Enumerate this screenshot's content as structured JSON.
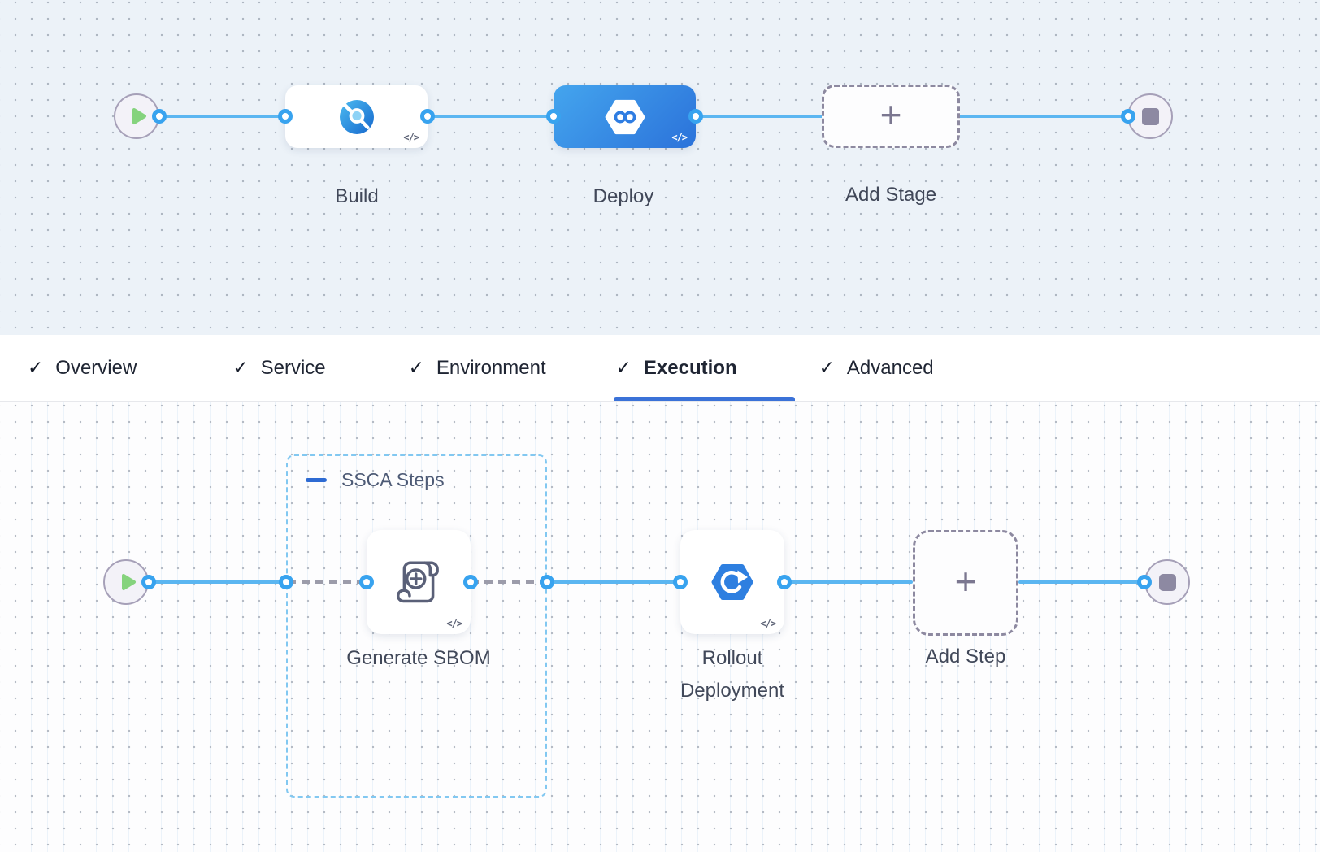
{
  "stage_graph": {
    "nodes": [
      {
        "id": "build",
        "label": "Build",
        "type": "ci-stage",
        "selected": false
      },
      {
        "id": "deploy",
        "label": "Deploy",
        "type": "cd-stage",
        "selected": true
      },
      {
        "id": "add-stage",
        "label": "Add Stage",
        "type": "add-button"
      }
    ],
    "code_glyph": "</>"
  },
  "tab_bar": {
    "tabs": [
      {
        "label": "Overview",
        "checked": true,
        "active": false
      },
      {
        "label": "Service",
        "checked": true,
        "active": false
      },
      {
        "label": "Environment",
        "checked": true,
        "active": false
      },
      {
        "label": "Execution",
        "checked": true,
        "active": true
      },
      {
        "label": "Advanced",
        "checked": true,
        "active": false
      }
    ]
  },
  "execution_graph": {
    "group": {
      "label": "SSCA Steps",
      "collapsed": false
    },
    "steps": [
      {
        "id": "generate-sbom",
        "label": "Generate SBOM",
        "in_group": true
      },
      {
        "id": "rollout-deployment",
        "label": "Rollout Deployment",
        "in_group": false
      },
      {
        "id": "add-step",
        "label": "Add Step",
        "type": "add-button"
      }
    ],
    "code_glyph": "</>"
  },
  "glyphs": {
    "plus": "+",
    "check": "✓"
  },
  "icons": [
    "play-icon",
    "stop-icon",
    "ci-stage-icon",
    "cd-stage-icon",
    "plus-icon",
    "check-icon",
    "minus-icon",
    "sbom-scroll-icon",
    "rollout-icon",
    "code-icon"
  ],
  "colors": {
    "connector_blue": "#5bb6f1",
    "port_ring_blue": "#38a3ef",
    "selected_stage_blue": "#2f7de0",
    "active_tab_underline": "#3b72d8",
    "group_border_blue": "#82c8f1",
    "dashed_connector_gray": "#9c9caa",
    "canvas_top_bg": "#ecf2f8",
    "canvas_bottom_bg": "#fdfdfe"
  }
}
